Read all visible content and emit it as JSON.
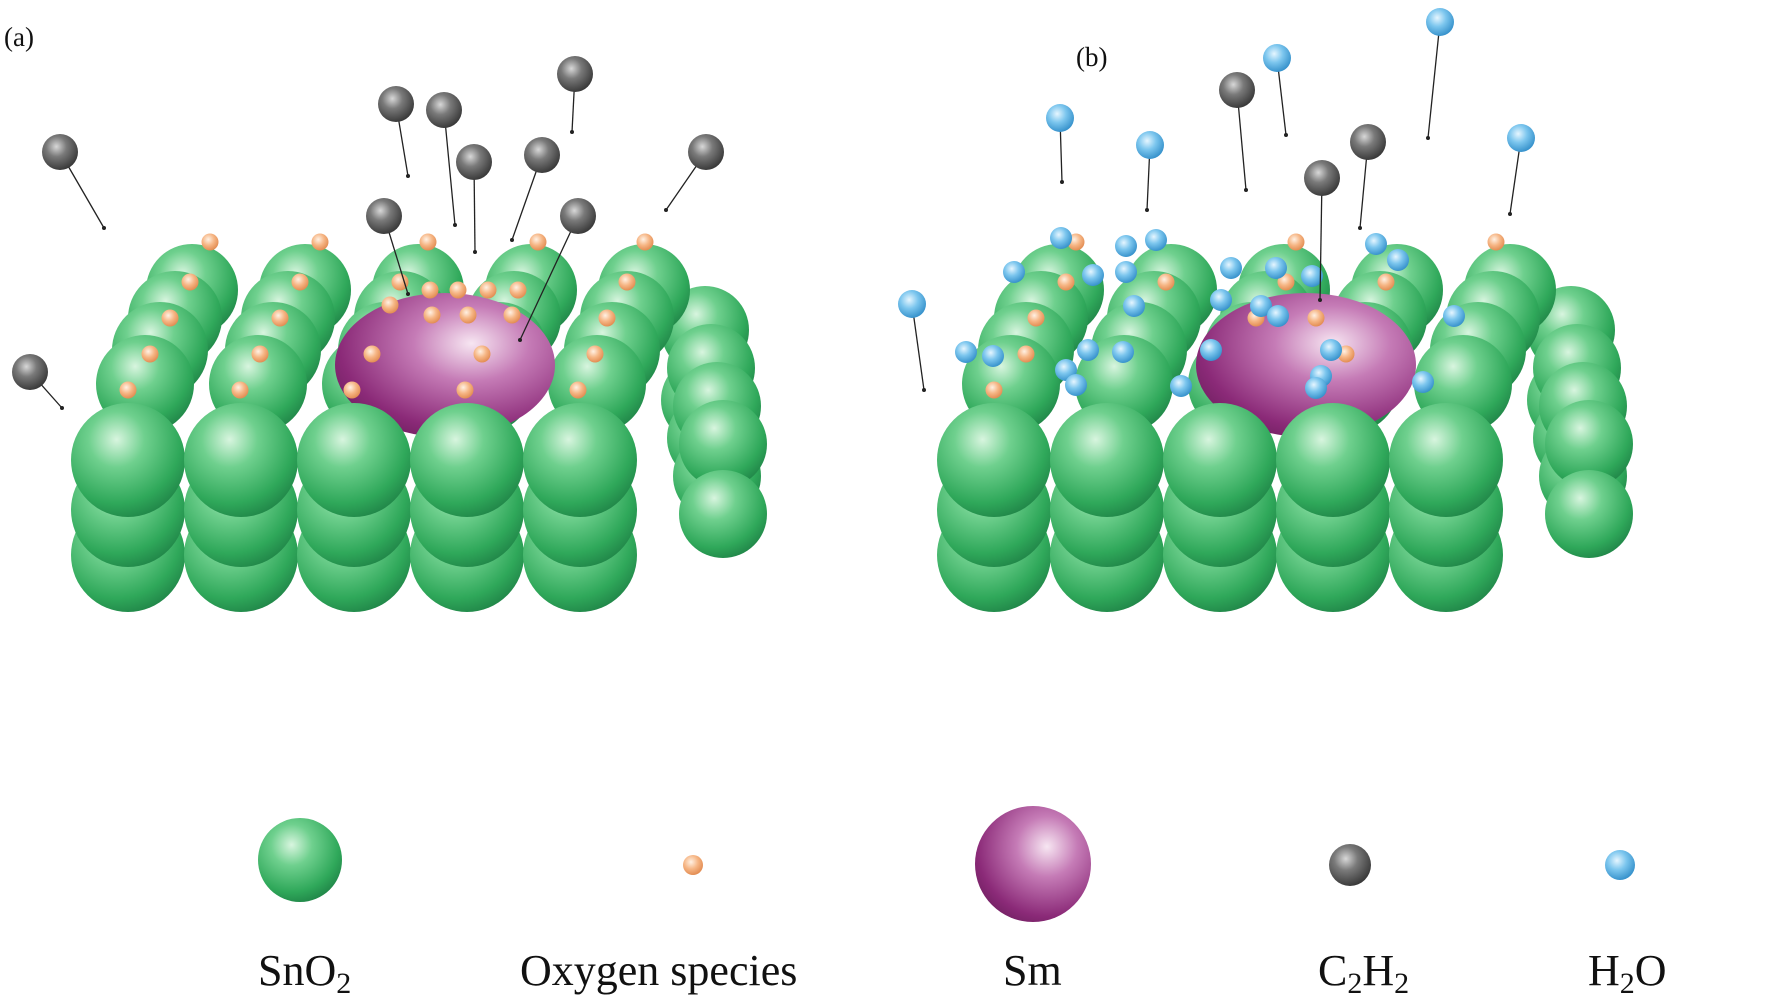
{
  "panels": [
    {
      "label": "(a)"
    },
    {
      "label": "(b)"
    }
  ],
  "legend": [
    {
      "key": "sno2",
      "text": "SnO",
      "sub": "2",
      "tail": "",
      "icon": "green-sphere"
    },
    {
      "key": "oxygen",
      "text": "Oxygen species",
      "sub": "",
      "tail": "",
      "icon": "orange-dot"
    },
    {
      "key": "sm",
      "text": "Sm",
      "sub": "",
      "tail": "",
      "icon": "purple-sphere"
    },
    {
      "key": "c2h2",
      "text": "C",
      "sub": "2",
      "tail": "H",
      "sub2": "2",
      "icon": "gray-sphere"
    },
    {
      "key": "h2o",
      "text": "H",
      "sub": "2",
      "tail": "O",
      "icon": "blue-sphere"
    }
  ],
  "colors": {
    "sno2": "#3cb86a",
    "oxygen": "#f0a070",
    "sm": "#9a2e86",
    "c2h2": "#555555",
    "h2o": "#4aa8e0"
  }
}
